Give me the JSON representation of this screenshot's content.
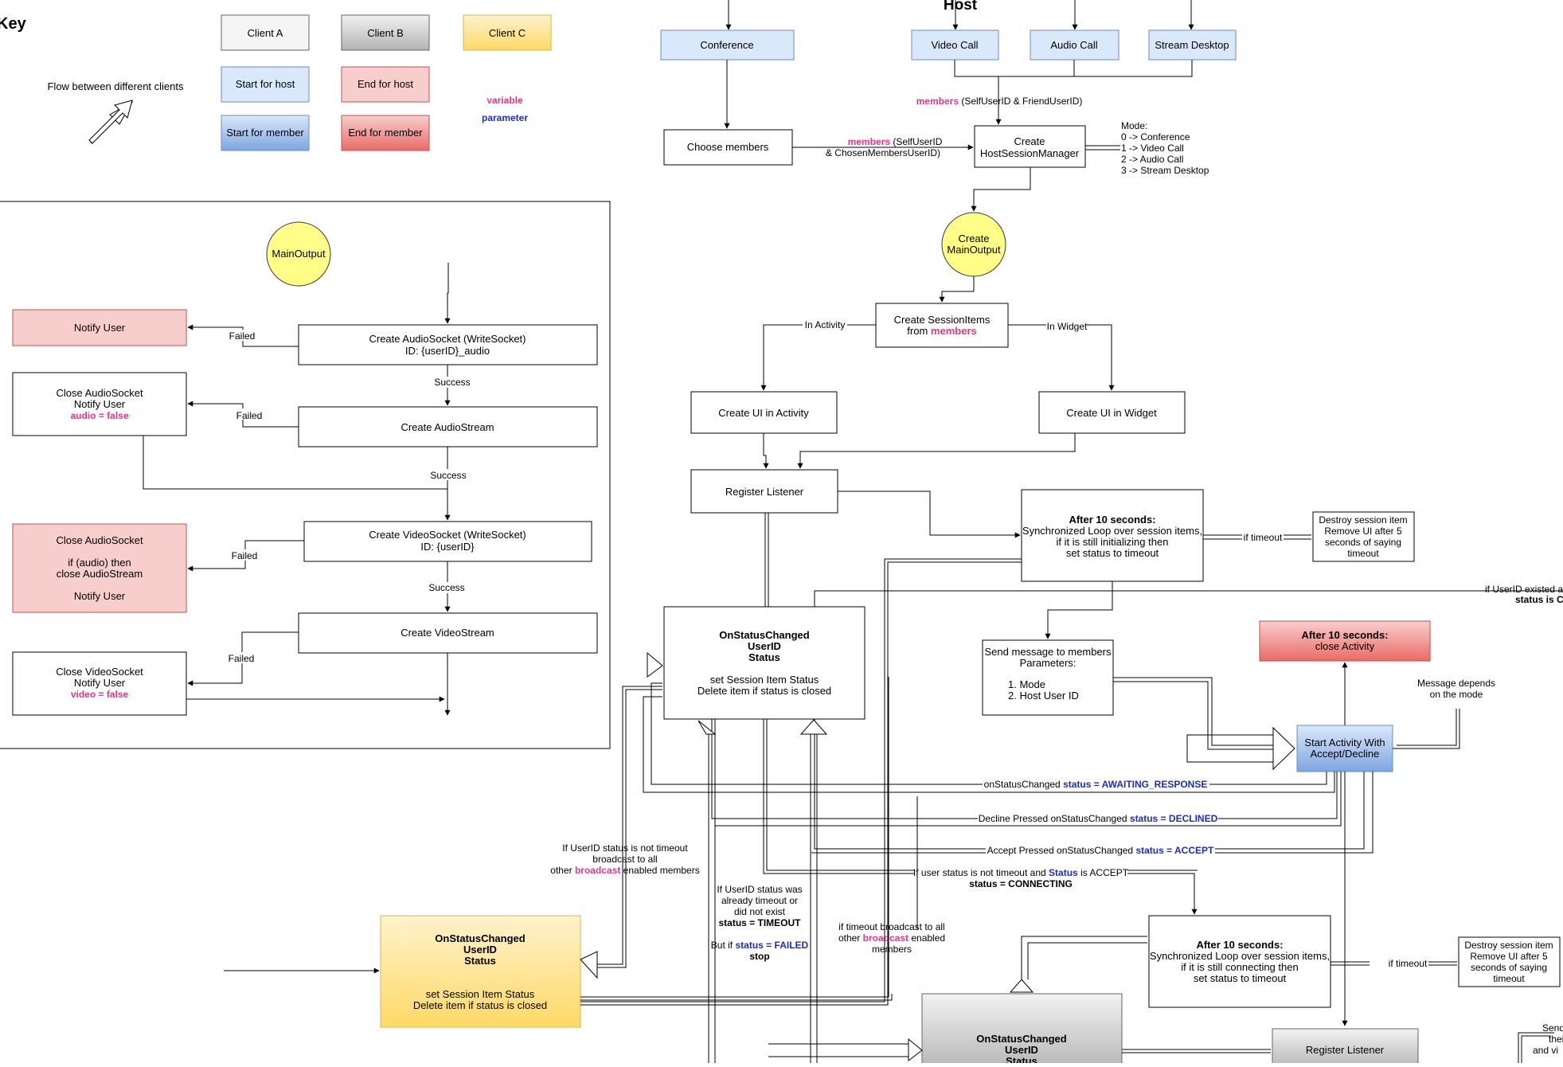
{
  "colors": {
    "variable": "#e0398a",
    "parameter": "#1f2fb2",
    "client_a": "#f5f5f5",
    "client_b_top": "#f2f2f2",
    "client_b_bottom": "#b3b3b3",
    "client_c_top": "#fff2cc",
    "client_c_bottom": "#ffd966",
    "start_host": "#dae8fc",
    "end_host": "#f8cecc",
    "start_member_top": "#dae8fc",
    "start_member_bottom": "#7ea6e0",
    "end_member_top": "#f8cecc",
    "end_member_bottom": "#ea6b66",
    "main_output": "#ffff88",
    "stroke": "#000000"
  },
  "key": {
    "title": "Key",
    "client_a": "Client A",
    "client_b": "Client B",
    "client_c": "Client C",
    "start_host": "Start for host",
    "end_host": "End for host",
    "start_member": "Start for member",
    "end_member": "End for member",
    "variable": "variable",
    "parameter": "parameter",
    "flow_label": "Flow between different clients"
  },
  "main_output_panel": {
    "main_output": "MainOutput",
    "notify_user": "Notify User",
    "create_audio_socket": [
      "Create AudioSocket (WriteSocket)",
      "ID: {userID}_audio"
    ],
    "create_audio_stream": "Create AudioStream",
    "close_audio_socket_1": [
      "Close AudioSocket",
      "Notify User"
    ],
    "audio_false": "audio = false",
    "create_video_socket": [
      "Create VideoSocket (WriteSocket)",
      "ID: {userID}"
    ],
    "close_audio_socket_2": [
      "Close AudioSocket",
      "",
      "if (audio) then",
      "close AudioStream",
      "",
      "Notify User"
    ],
    "create_video_stream": "Create VideoStream",
    "close_video_socket": [
      "Close VideoSocket",
      "Notify User"
    ],
    "video_false": "video = false",
    "failed": "Failed",
    "success": "Success"
  },
  "host_flow": {
    "title": "Host",
    "conference": "Conference",
    "video_call": "Video Call",
    "audio_call": "Audio Call",
    "stream_desktop": "Stream Desktop",
    "choose_members": "Choose members",
    "members_var": "members",
    "members_self_friend": "(SelfUserID & FriendUserID)",
    "members_self_chosen_1": "(SelfUserID",
    "members_self_chosen_2": "& ChosenMembersUserID)",
    "create_host_session_manager": [
      "Create",
      "HostSessionManager"
    ],
    "mode_list": [
      "Mode:",
      "0 -> Conference",
      "1 -> Video Call",
      "2 -> Audio Call",
      "3 -> Stream Desktop"
    ],
    "create_main_output": [
      "Create",
      "MainOutput"
    ],
    "create_session_items": "Create SessionItems",
    "from": "from",
    "in_activity": "In Activity",
    "in_widget": "In Widget",
    "create_ui_activity": "Create UI in Activity",
    "create_ui_widget": "Create UI in Widget",
    "register_listener": "Register Listener",
    "after_10_title": "After 10 seconds:",
    "after_10_initializing": [
      "Synchronized Loop over session items,",
      "if it is still initializing then",
      "set status to timeout"
    ],
    "if_timeout": "if timeout",
    "destroy_session_item": [
      "Destroy session item",
      "Remove UI after 5",
      "seconds of saying",
      "timeout"
    ],
    "on_status_changed": "OnStatusChanged",
    "userid": "UserID",
    "status": "Status",
    "set_session_item_status": "set Session Item Status",
    "delete_item": "Delete item if status is closed",
    "send_message": [
      "Send message to members",
      "Parameters:"
    ],
    "send_params": [
      "1.  Mode",
      "2.  Host User ID"
    ],
    "after_10_close_title": "After 10 seconds:",
    "close_activity": "close Activity",
    "message_depends": [
      "Message depends",
      "on the mode"
    ],
    "start_activity": [
      "Start Activity With",
      "Accept/Decline"
    ],
    "if_userid_existed": "if UserID existed a",
    "status_is_co": "status is CO",
    "on_status_changed_inline": "onStatusChanged",
    "status_awaiting": "status = AWAITING_RESPONSE",
    "decline_pressed": "Decline Pressed onStatusChanged",
    "status_declined": "status = DECLINED",
    "accept_pressed": "Accept Pressed onStatusChanged",
    "status_accept": "status = ACCEPT",
    "if_user_status_not_timeout": "If user status is not timeout and",
    "is_accept": "is ACCEPT",
    "status_connecting": "status = CONNECTING",
    "if_userid_not_timeout": [
      "If UserID status is not timeout",
      "broadcast to all"
    ],
    "other": "other",
    "broadcast": "broadcast",
    "enabled_members": "enabled members",
    "if_userid_was_timeout": [
      "If UserID status was",
      "already timeout or",
      "did not exist"
    ],
    "status_timeout": "status = TIMEOUT",
    "but_if": "But if",
    "status_failed": "status = FAILED",
    "stop": "stop",
    "if_timeout_broadcast": "if timeout broadcast to all",
    "enabled": "enabled",
    "members_word": "members",
    "after_10_connecting": [
      "Synchronized Loop over session items,",
      "if it is still connecting then",
      "set status to timeout"
    ],
    "register_listener_2": "Register Listener",
    "send_their_partial": [
      "Send",
      "their",
      "and vi"
    ]
  }
}
